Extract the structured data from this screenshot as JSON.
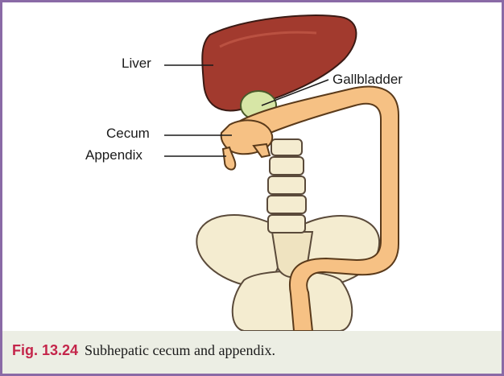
{
  "labels": {
    "liver": "Liver",
    "gallbladder": "Gallbladder",
    "cecum": "Cecum",
    "appendix": "Appendix"
  },
  "caption": {
    "number": "Fig. 13.24",
    "text": "Subhepatic cecum and appendix."
  },
  "colors": {
    "frame": "#8a6aa6",
    "liver": "#a23a2e",
    "gallbladder": "#d7e6a6",
    "intestine": "#f6c184",
    "bone": "#f4ecd0",
    "caption_bar": "#eceee4",
    "caption_number": "#c4254a"
  }
}
